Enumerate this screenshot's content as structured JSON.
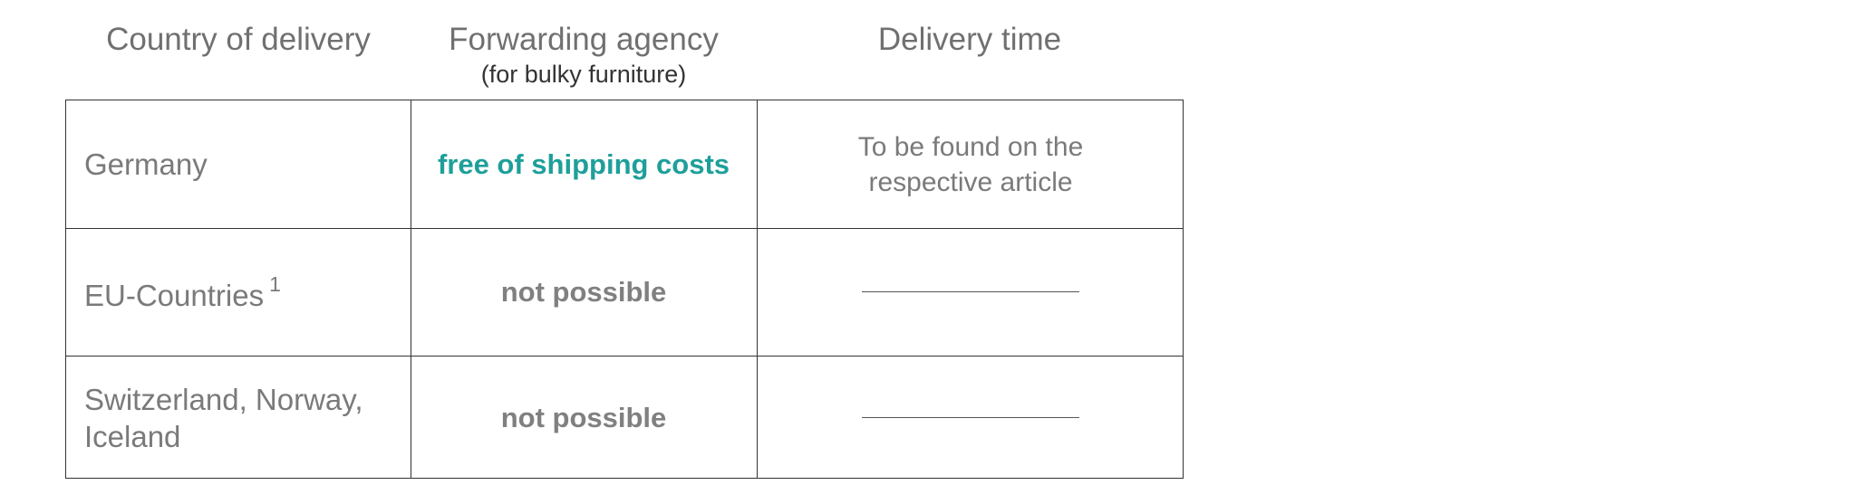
{
  "header": {
    "col1": "Country of delivery",
    "col2": "Forwarding agency",
    "col2_sub": "(for bulky furniture)",
    "col3": "Delivery time"
  },
  "rows": [
    {
      "country": "Germany",
      "agency": "free of shipping costs",
      "delivery": "To be found on the respective article"
    },
    {
      "country": "EU-Countries",
      "country_footnote": "1",
      "agency": "not possible",
      "delivery": ""
    },
    {
      "country": "Switzerland, Norway, Iceland",
      "agency": "not possible",
      "delivery": ""
    }
  ],
  "colors": {
    "accent": "#1e9f9a",
    "text": "#7a7a7a",
    "border": "#333333"
  }
}
